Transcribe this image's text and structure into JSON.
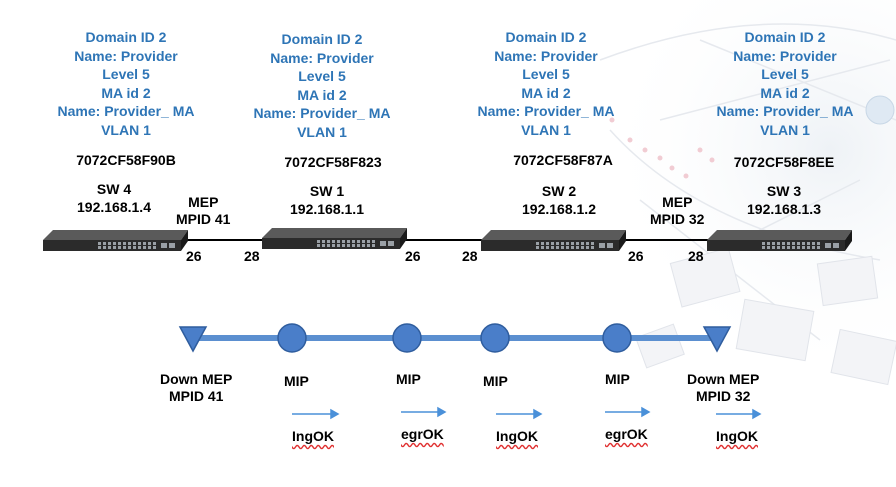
{
  "switches": [
    {
      "domain": "Domain ID 2",
      "name": "Name: Provider",
      "level": "Level  5",
      "ma_id": "MA id 2",
      "ma_name": "Name: Provider_ MA",
      "vlan": "VLAN 1",
      "mac": "7072CF58F90B",
      "sw": "SW 4",
      "ip": "192.168.1.4"
    },
    {
      "domain": "Domain ID 2",
      "name": "Name: Provider",
      "level": "Level  5",
      "ma_id": "MA id 2",
      "ma_name": "Name: Provider_ MA",
      "vlan": "VLAN 1",
      "mac": "7072CF58F823",
      "sw": "SW 1",
      "ip": "192.168.1.1"
    },
    {
      "domain": "Domain ID 2",
      "name": "Name: Provider",
      "level": "Level  5",
      "ma_id": "MA id 2",
      "ma_name": "Name: Provider_ MA",
      "vlan": "VLAN 1",
      "mac": "7072CF58F87A",
      "sw": "SW 2",
      "ip": "192.168.1.2"
    },
    {
      "domain": "Domain ID 2",
      "name": "Name: Provider",
      "level": "Level  5",
      "ma_id": "MA id 2",
      "ma_name": "Name: Provider_ MA",
      "vlan": "VLAN 1",
      "mac": "7072CF58F8EE",
      "sw": "SW 3",
      "ip": "192.168.1.3"
    }
  ],
  "mep_labels": [
    {
      "line1": "MEP",
      "line2": "MPID 41"
    },
    {
      "line1": "MEP",
      "line2": "MPID 32"
    }
  ],
  "ports": [
    "26",
    "28",
    "26",
    "28",
    "26",
    "28"
  ],
  "points": [
    {
      "line1": "Down MEP",
      "line2": "MPID 41",
      "status": "IngOK"
    },
    {
      "line1": "MIP",
      "line2": "",
      "status": "egrOK"
    },
    {
      "line1": "MIP",
      "line2": "",
      "status": "IngOK"
    },
    {
      "line1": "MIP",
      "line2": "",
      "status": "egrOK"
    },
    {
      "line1": "Down MEP",
      "line2": "MPID 32",
      "status": "IngOK"
    }
  ],
  "colors": {
    "info_text": "#2e75b6",
    "flow_line": "#5b8fd0",
    "node_fill": "#4a7ec9",
    "node_stroke": "#2f5d9e",
    "arrow": "#4a90d9",
    "squiggle": "#e03030"
  }
}
